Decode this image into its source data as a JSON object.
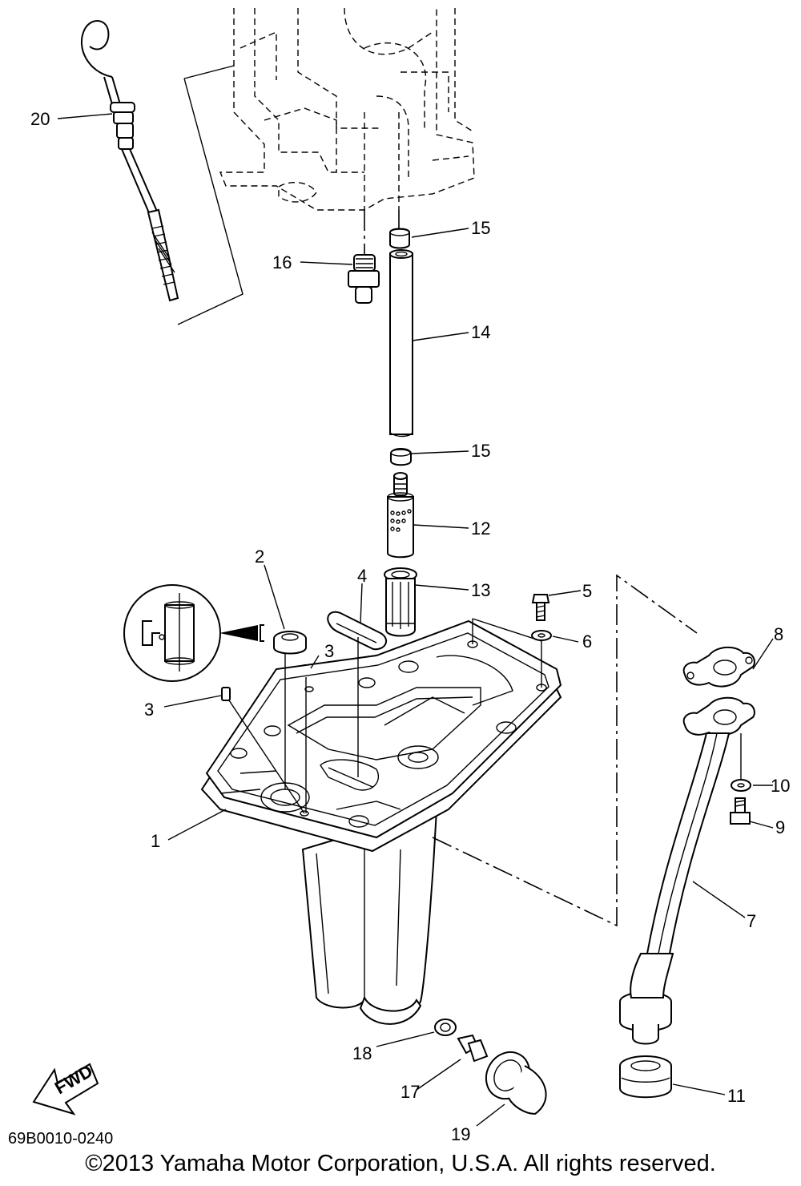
{
  "diagram": {
    "code": "69B0010-0240",
    "copyright": "©2013 Yamaha Motor Corporation, U.S.A. All rights reserved.",
    "fwd_label": "FWD",
    "callouts": {
      "p1": "1",
      "p2": "2",
      "p3a": "3",
      "p3b": "3",
      "p4": "4",
      "p5": "5",
      "p6": "6",
      "p7": "7",
      "p8": "8",
      "p9": "9",
      "p10": "10",
      "p11": "11",
      "p12": "12",
      "p13": "13",
      "p14": "14",
      "p15a": "15",
      "p15b": "15",
      "p16": "16",
      "p17": "17",
      "p18": "18",
      "p19": "19",
      "p20": "20"
    }
  }
}
